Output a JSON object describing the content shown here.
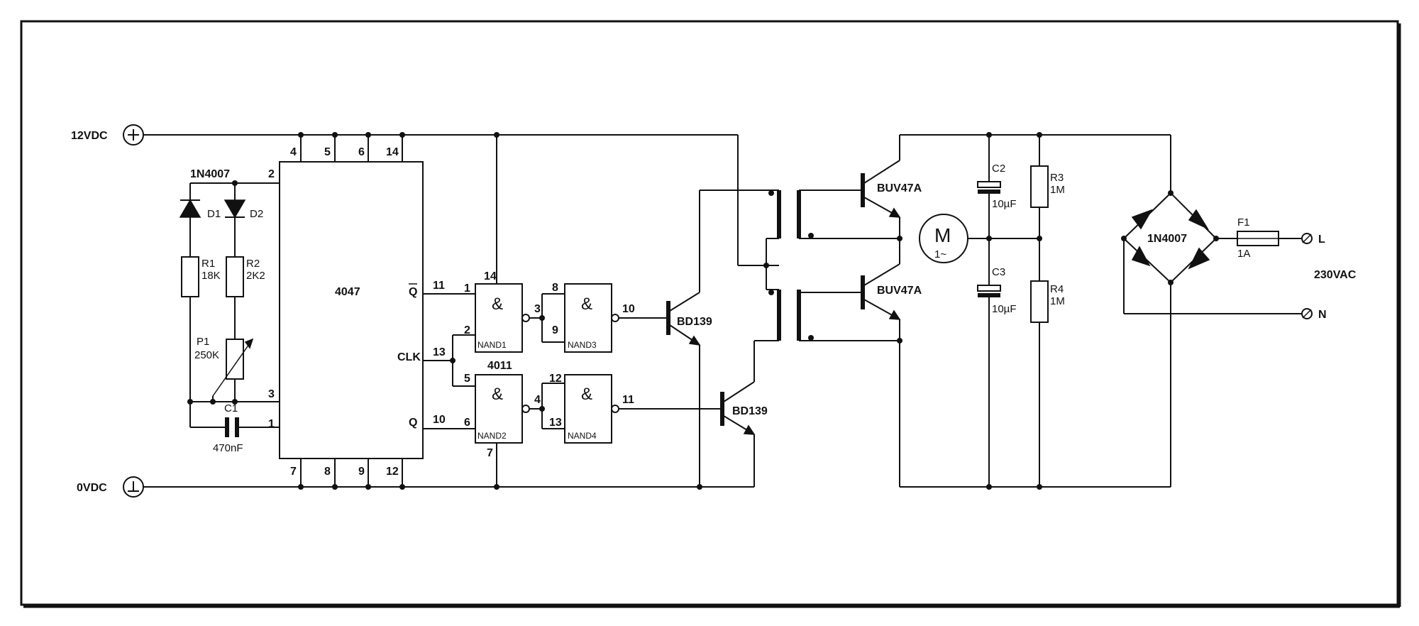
{
  "rails": {
    "vcc": "12VDC",
    "gnd": "0VDC"
  },
  "ic4047": {
    "name": "4047",
    "pins": {
      "p4": "4",
      "p5": "5",
      "p6": "6",
      "p14": "14",
      "p2": "2",
      "p3": "3",
      "p1": "1",
      "p7": "7",
      "p8": "8",
      "p9": "9",
      "p12": "12",
      "p11": "11",
      "p13": "13",
      "p10": "10"
    },
    "outputs": {
      "qbar": "Q",
      "clk": "CLK",
      "q": "Q"
    }
  },
  "diodes": {
    "part": "1N4007",
    "d1": "D1",
    "d2": "D2"
  },
  "resistors": {
    "r1": {
      "name": "R1",
      "value": "18K"
    },
    "r2": {
      "name": "R2",
      "value": "2K2"
    },
    "r3": {
      "name": "R3",
      "value": "1M"
    },
    "r4": {
      "name": "R4",
      "value": "1M"
    }
  },
  "pot": {
    "name": "P1",
    "value": "250K"
  },
  "caps": {
    "c1": {
      "name": "C1",
      "value": "470nF"
    },
    "c2": {
      "name": "C2",
      "value": "10µF"
    },
    "c3": {
      "name": "C3",
      "value": "10µF"
    }
  },
  "gates": {
    "chip": "4011",
    "symbol": "&",
    "nand1": {
      "name": "NAND1",
      "in1": "1",
      "in2": "2",
      "out": "3",
      "vdd": "14"
    },
    "nand2": {
      "name": "NAND2",
      "in1": "5",
      "in2": "6",
      "out": "4",
      "vss": "7"
    },
    "nand3": {
      "name": "NAND3",
      "in1": "8",
      "in2": "9",
      "out": "10"
    },
    "nand4": {
      "name": "NAND4",
      "in1": "12",
      "in2": "13",
      "out": "11"
    }
  },
  "transistors": {
    "bd139": "BD139",
    "buv47a": "BUV47A"
  },
  "motor": {
    "letter": "M",
    "phase": "1~"
  },
  "bridge": {
    "part": "1N4007"
  },
  "fuse": {
    "name": "F1",
    "value": "1A"
  },
  "mains": {
    "label": "230VAC",
    "live": "L",
    "neutral": "N"
  }
}
